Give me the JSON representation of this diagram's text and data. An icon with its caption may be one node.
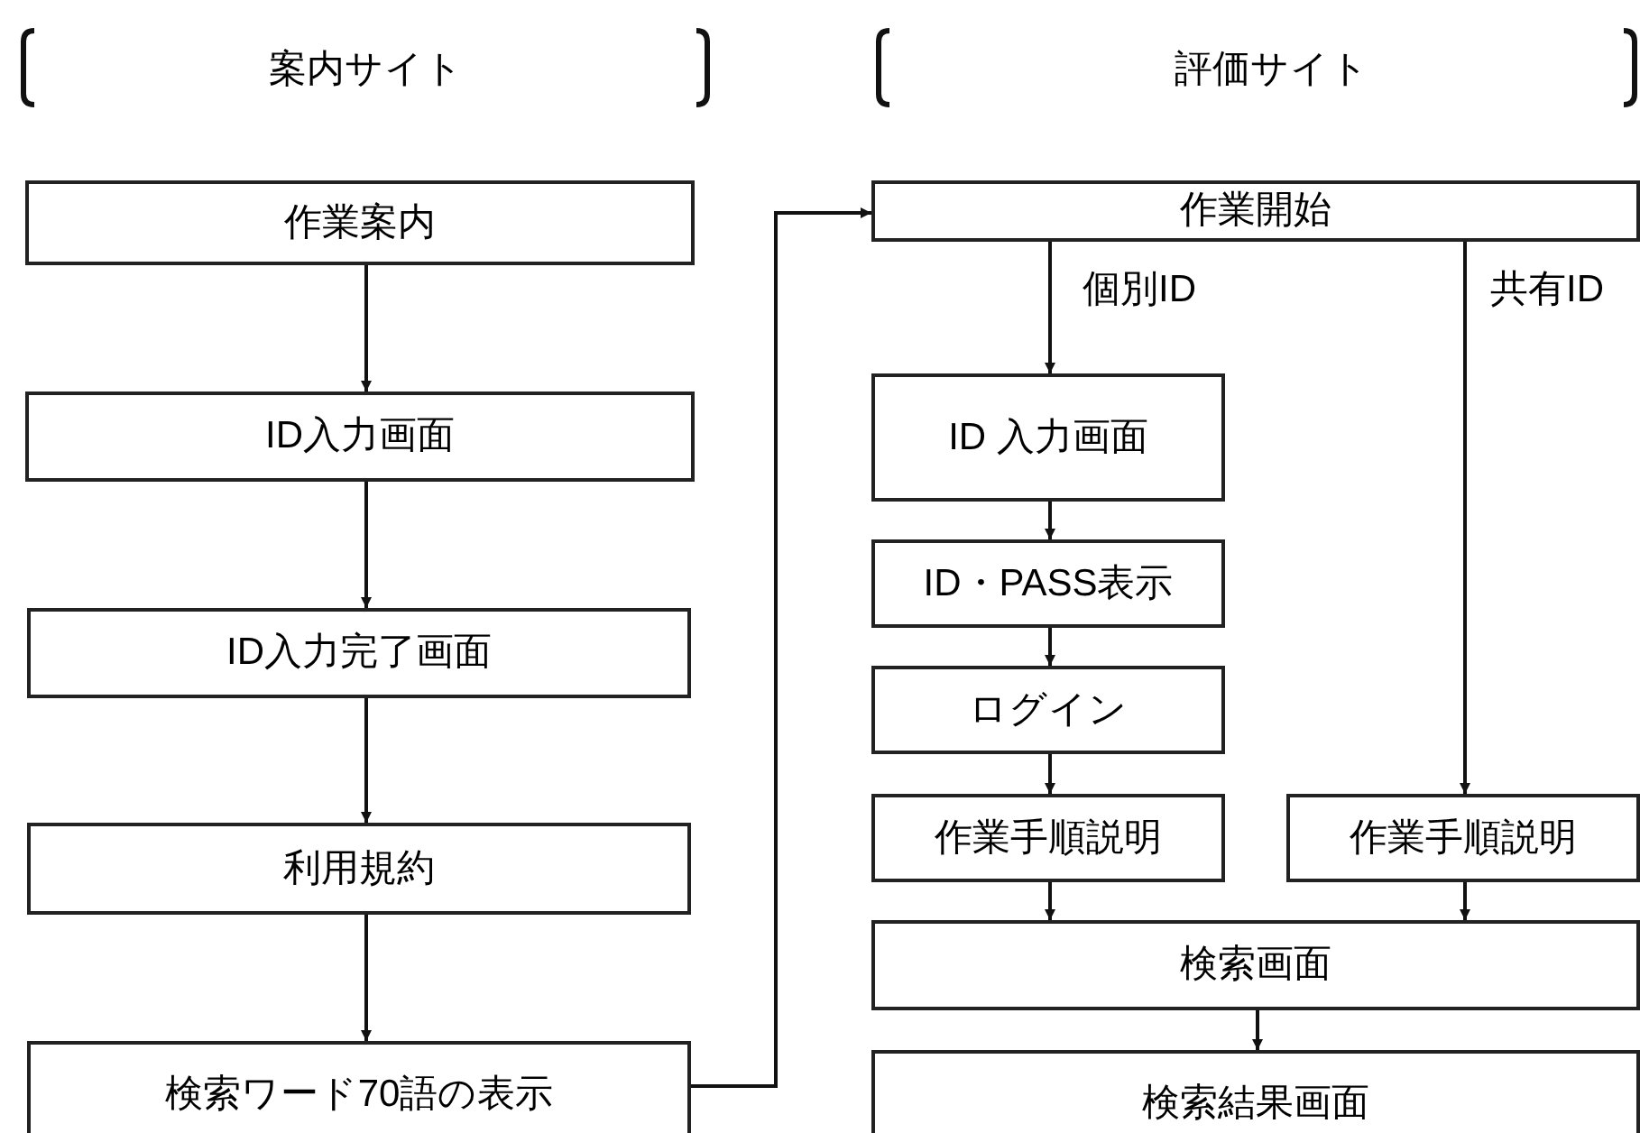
{
  "diagram": {
    "nodes": [
      {
        "text": [
          "作業案内"
        ]
      },
      {
        "text": [
          "ID入力画面"
        ]
      },
      {
        "text": [
          "ID入力完了画面"
        ]
      },
      {
        "text": [
          "利用規約"
        ]
      },
      {
        "text": [
          "検索ワード70語の表示"
        ]
      },
      {
        "text": [
          "作業開始"
        ]
      },
      {
        "text": [
          "ID 入力画面"
        ]
      },
      {
        "text": [
          "ID・PASS表示"
        ]
      },
      {
        "text": [
          "ログイン"
        ]
      },
      {
        "text": [
          "作業手順説明"
        ]
      },
      {
        "text": [
          "作業手順説明"
        ]
      },
      {
        "text": [
          "検索画面"
        ]
      },
      {
        "text": [
          "検索結果画面"
        ]
      }
    ],
    "edges": [
      {
        "from": 0,
        "to": 1,
        "arrow": "to"
      },
      {
        "from": 1,
        "to": 2,
        "arrow": "to"
      },
      {
        "from": 2,
        "to": 3,
        "arrow": "to"
      },
      {
        "from": 3,
        "to": 4,
        "arrow": "to"
      },
      {
        "from": 4,
        "to": 5,
        "arrow": "to"
      },
      {
        "from": 5,
        "to": 6,
        "arrow": "to",
        "label": "個別ID"
      },
      {
        "from": 5,
        "to": 10,
        "arrow": "to",
        "label": "共有ID"
      },
      {
        "from": 6,
        "to": 7,
        "arrow": "to"
      },
      {
        "from": 7,
        "to": 8,
        "arrow": "to"
      },
      {
        "from": 8,
        "to": 9,
        "arrow": "to"
      },
      {
        "from": 9,
        "to": 11,
        "arrow": "to"
      },
      {
        "from": 10,
        "to": 11,
        "arrow": "to"
      },
      {
        "from": 11,
        "to": 12,
        "arrow": "to"
      }
    ],
    "labels": [
      "案内サイト",
      "評価サイト"
    ]
  }
}
